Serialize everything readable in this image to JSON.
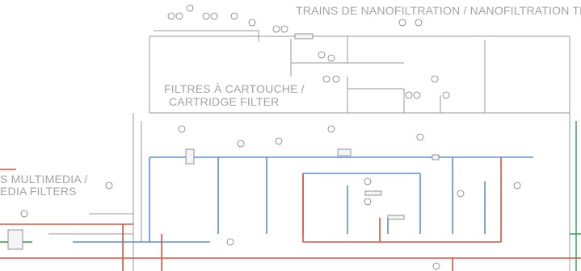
{
  "titles": {
    "nanofiltration": "TRAINS DE NANOFILTRATION / NANOFILTRATION TRAINS",
    "cartridge_line1": "FILTRES À CARTOUCHE /",
    "cartridge_line2": "CARTRIDGE FILTER",
    "multimedia_line1": "S MULTIMEDIA /",
    "multimedia_line2": "EDIA FILTERS"
  },
  "colors": {
    "background": "#ffffff",
    "title_text": "#a3a3a3",
    "process_line": "#9a9a9a",
    "water_line": "#5b8fd6",
    "hot_line": "#d9533b",
    "green_line": "#2f9e44"
  }
}
